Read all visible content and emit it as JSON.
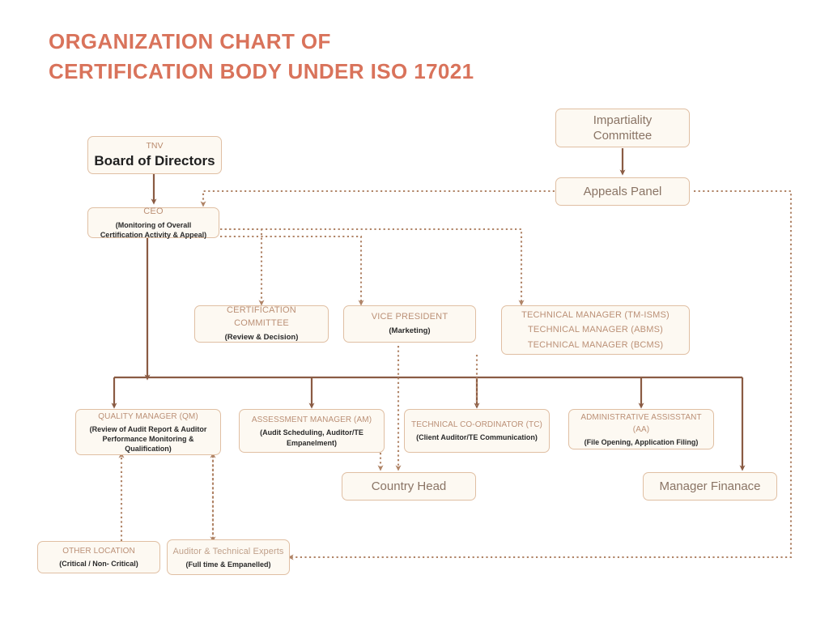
{
  "title": {
    "line1": "ORGANIZATION CHART OF",
    "line2": "CERTIFICATION BODY UNDER ISO 17021"
  },
  "colors": {
    "title": "#d9735b",
    "box_fill": "#fdf9f2",
    "box_border": "#e0bfa3",
    "connector": "#8a5b43",
    "dotted": "#c9a184",
    "heading_text": "#bb9076",
    "body_text": "#1f1f1f"
  },
  "nodes": {
    "board": {
      "eyebrow": "TNV",
      "title": "Board of Directors"
    },
    "ceo": {
      "title": "CEO",
      "sub_line1": "(Monitoring of Overall",
      "sub_line2": "Certification Activity & Appeal)"
    },
    "impartiality": {
      "line1": "Impartiality",
      "line2": "Committee"
    },
    "appeals": {
      "title": "Appeals Panel"
    },
    "cert_committee": {
      "title": "CERTIFICATION COMMITTEE",
      "sub": "(Review & Decision)"
    },
    "vice_president": {
      "title": "VICE PRESIDENT",
      "sub": "(Marketing)"
    },
    "technical_managers": {
      "lines": [
        "TECHNICAL MANAGER (TM-ISMS)",
        "TECHNICAL MANAGER (ABMS)",
        "TECHNICAL MANAGER (BCMS)"
      ]
    },
    "quality_manager": {
      "title": "QUALITY MANAGER (QM)",
      "sub_line1": "(Review of Audit Report & Auditor",
      "sub_line2": "Performance Monitoring & Qualification)"
    },
    "assessment_manager": {
      "title": "ASSESSMENT MANAGER (AM)",
      "sub": "(Audit Scheduling, Auditor/TE Empanelment)"
    },
    "technical_coordinator": {
      "title": "TECHNICAL CO-ORDINATOR (TC)",
      "sub": "(Client Auditor/TE Communication)"
    },
    "administrative_assistant": {
      "title_line1": "ADMINISTRATIVE ASSISSTANT",
      "title_line2": "(AA)",
      "sub": "(File Opening, Application Filing)"
    },
    "country_head": {
      "title": "Country Head"
    },
    "manager_finance": {
      "title": "Manager Finanace"
    },
    "other_location": {
      "title": "OTHER LOCATION",
      "sub": "(Critical / Non- Critical)"
    },
    "auditor_experts": {
      "title": "Auditor & Technical Experts",
      "sub": "(Full time  & Empanelled)"
    }
  }
}
